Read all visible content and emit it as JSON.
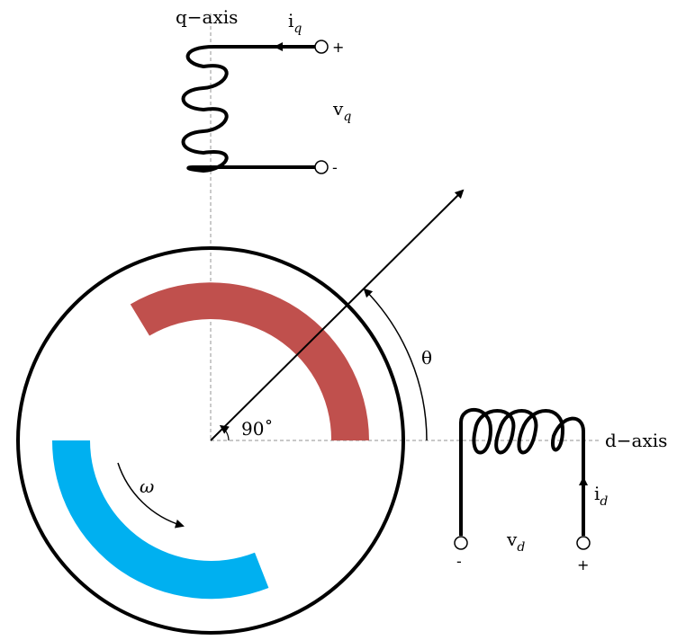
{
  "labels": {
    "q_axis": "q−axis",
    "d_axis": "d−axis",
    "iq_main": "i",
    "iq_sub": "q",
    "id_main": "i",
    "id_sub": "d",
    "vq_main": "v",
    "vq_sub": "q",
    "vd_main": "v",
    "vd_sub": "d",
    "theta": "θ",
    "angle_90": "90˚",
    "omega": "ω",
    "plus": "+",
    "minus": "-"
  },
  "colors": {
    "rotor_pole_north": "#c0504d",
    "rotor_pole_south": "#00b0f0",
    "line": "#000000",
    "axis_dashed": "#a6a6a6"
  }
}
